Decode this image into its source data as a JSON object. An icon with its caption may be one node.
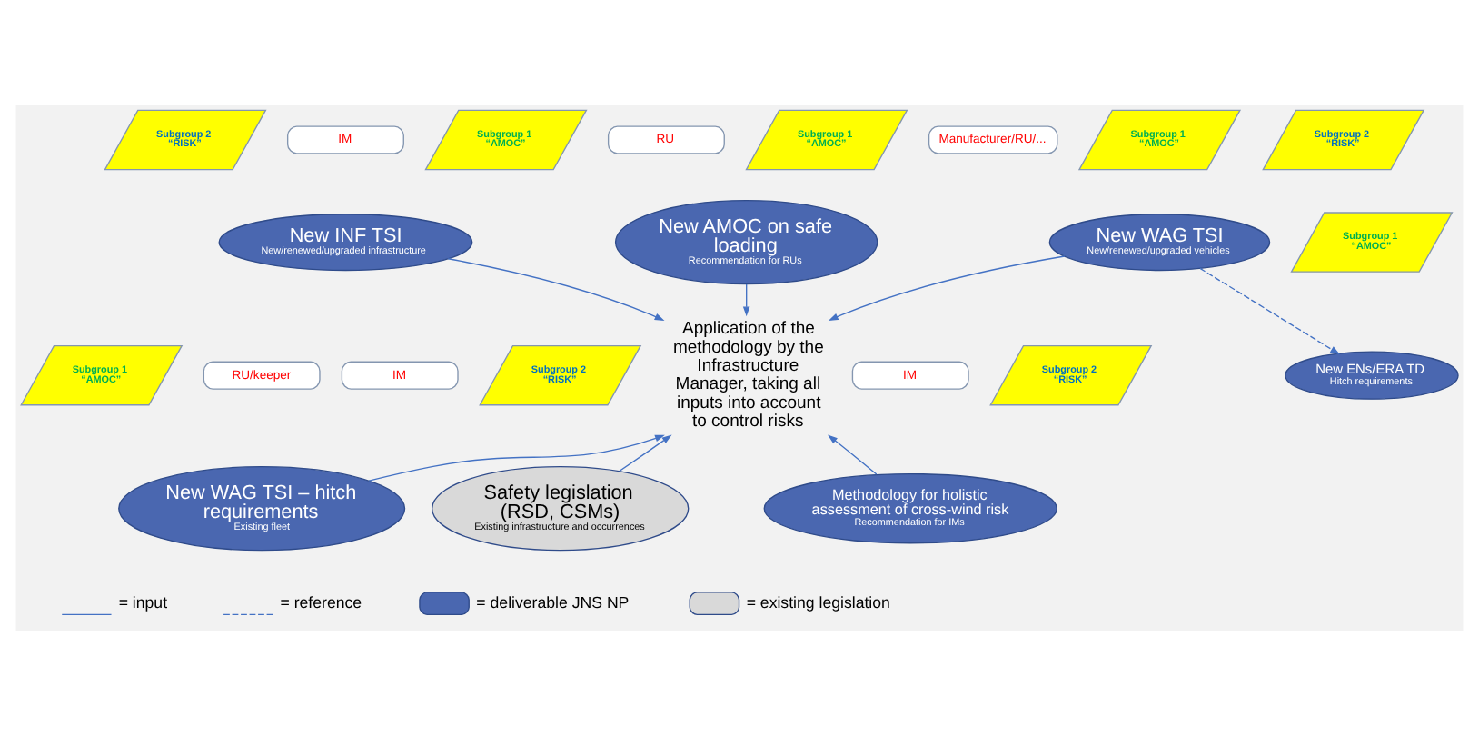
{
  "diagram": {
    "nodes": [
      {
        "text": [
          "RU"
        ]
      },
      {
        "text": [
          "Subgroup 1 “AMOC”"
        ]
      },
      {
        "text": [
          "New AMOC on safe loading",
          "Recommendation for RUs"
        ]
      },
      {
        "text": [
          "Manufacturer/RU/..."
        ]
      },
      {
        "text": [
          "Subgroup 1 “AMOC”"
        ]
      },
      {
        "text": [
          "Subgroup 2 “RISK”"
        ]
      },
      {
        "text": [
          "New WAG TSI",
          "New/renewed/upgraded vehicles"
        ]
      },
      {
        "text": [
          "Subgroup 1 “AMOC”"
        ]
      },
      {
        "text": [
          "Subgroup 2 “RISK”"
        ]
      },
      {
        "text": [
          "IM"
        ]
      },
      {
        "text": [
          "New INF TSI",
          "New/renewed/upgraded infrastructure"
        ]
      },
      {
        "text": [
          "Application of the methodology by the Infrastructure Manager, taking all inputs into account to control risks"
        ]
      },
      {
        "text": [
          "Subgroup 1 “AMOC”"
        ]
      },
      {
        "text": [
          "New ENs/ERA TD",
          "Hitch requirements"
        ]
      },
      {
        "text": [
          "IM"
        ]
      },
      {
        "text": [
          "Subgroup 2 “RISK”"
        ]
      },
      {
        "text": [
          "Safety legislation (RSD, CSMs)",
          "Existing infrastructure and occurrences"
        ]
      },
      {
        "text": [
          "RU/keeper"
        ]
      },
      {
        "text": [
          "Subgroup 1 “AMOC”"
        ]
      },
      {
        "text": [
          "New WAG TSI – hitch requirements",
          "Existing fleet"
        ]
      },
      {
        "text": [
          "IM"
        ]
      },
      {
        "text": [
          "Subgroup 2 “RISK”"
        ]
      },
      {
        "text": [
          "Methodology for holistic assessment of cross-wind risk",
          "Recommendation for IMs"
        ]
      }
    ],
    "edges": [
      {
        "from": 2,
        "to": 11,
        "arrow": "to"
      },
      {
        "from": 6,
        "to": 11,
        "arrow": "to"
      },
      {
        "from": 10,
        "to": 11,
        "arrow": "to"
      },
      {
        "from": 6,
        "to": 13,
        "arrow": "to",
        "style": "dashed"
      },
      {
        "from": 16,
        "to": 11,
        "arrow": "to"
      },
      {
        "from": 19,
        "to": 11,
        "arrow": "to"
      },
      {
        "from": 22,
        "to": 11,
        "arrow": "to"
      }
    ],
    "legend": [
      {
        "text": "= input"
      },
      {
        "text": "= reference"
      },
      {
        "text": "= deliverable JNS NP",
        "color": "#4a67b0"
      },
      {
        "text": "= existing legislation",
        "color": "#d9d9d9"
      }
    ]
  }
}
